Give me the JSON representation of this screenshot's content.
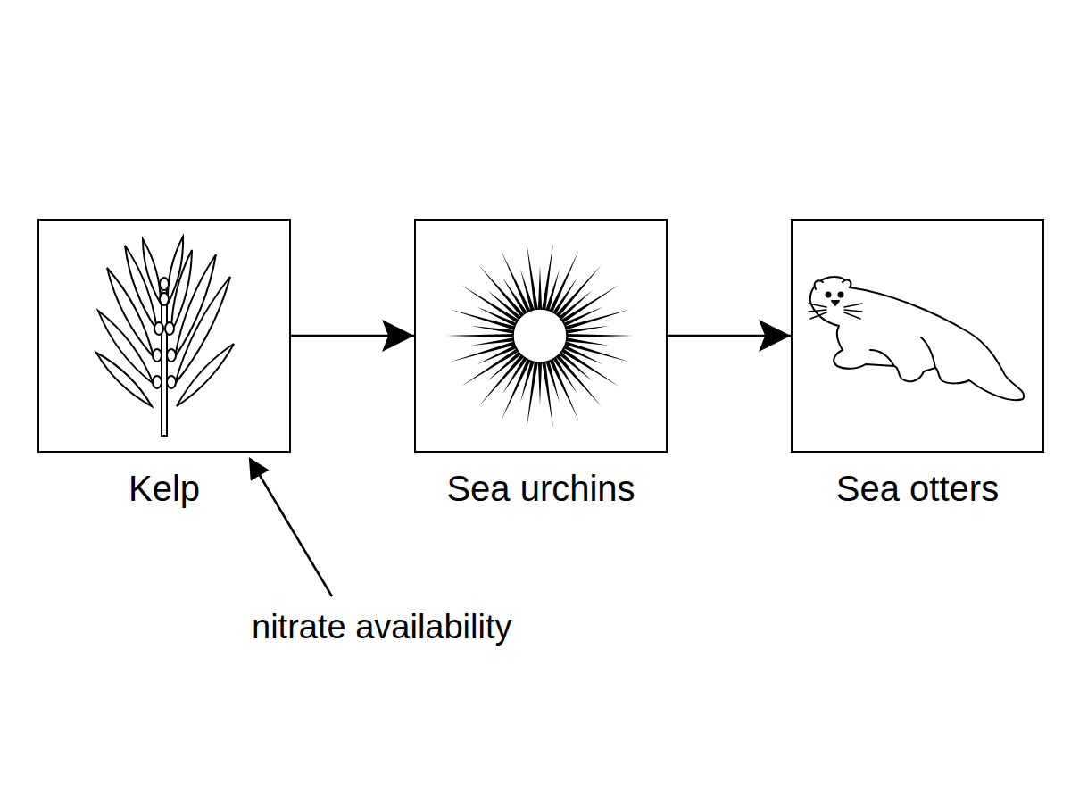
{
  "diagram": {
    "nodes": [
      {
        "text": [
          "Kelp"
        ]
      },
      {
        "text": [
          "Sea urchins"
        ]
      },
      {
        "text": [
          "Sea otters"
        ]
      }
    ],
    "edges": [
      {
        "from": 0,
        "to": 1,
        "arrow": "to"
      },
      {
        "from": 1,
        "to": 2,
        "arrow": "to"
      }
    ],
    "labels": [
      "nitrate availability"
    ]
  }
}
